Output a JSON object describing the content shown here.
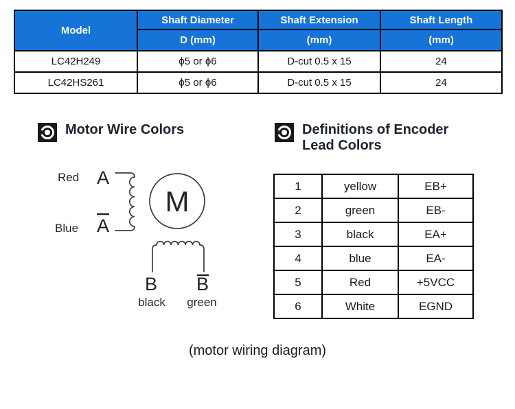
{
  "colors": {
    "table_header_bg": "#1673d8",
    "table_header_text": "#ffffff",
    "table_border": "#000000",
    "diagram_line": "#3d3d3d",
    "heading_text": "#1c2330"
  },
  "spec_table": {
    "header": {
      "model": "Model",
      "cols": [
        {
          "title": "Shaft Diameter",
          "unit": "D (mm)"
        },
        {
          "title": "Shaft Extension",
          "unit": "(mm)"
        },
        {
          "title": "Shaft Length",
          "unit": "(mm)"
        }
      ]
    },
    "rows": [
      [
        "LC42H249",
        "ϕ5 or ϕ6",
        "D-cut 0.5 x 15",
        "24"
      ],
      [
        "LC42HS261",
        "ϕ5 or ϕ6",
        "D-cut 0.5 x 15",
        "24"
      ]
    ]
  },
  "sections": {
    "motor_wire_colors": {
      "title": "Motor Wire Colors"
    },
    "encoder_lead_colors": {
      "title_line1": "Definitions of Encoder",
      "title_line2": "Lead Colors"
    }
  },
  "motor_diagram": {
    "phase_a": {
      "wire_color": "Red",
      "terminal": "A"
    },
    "phase_a_bar": {
      "wire_color": "Blue",
      "terminal": "A"
    },
    "motor_symbol": "M",
    "phase_b": {
      "terminal": "B",
      "wire_color": "black"
    },
    "phase_b_bar": {
      "terminal": "B",
      "wire_color": "green"
    }
  },
  "encoder_table": {
    "rows": [
      [
        "1",
        "yellow",
        "EB+"
      ],
      [
        "2",
        "green",
        "EB-"
      ],
      [
        "3",
        "black",
        "EA+"
      ],
      [
        "4",
        "blue",
        "EA-"
      ],
      [
        "5",
        "Red",
        "+5VCC"
      ],
      [
        "6",
        "White",
        "EGND"
      ]
    ]
  },
  "caption": "(motor wiring diagram)"
}
